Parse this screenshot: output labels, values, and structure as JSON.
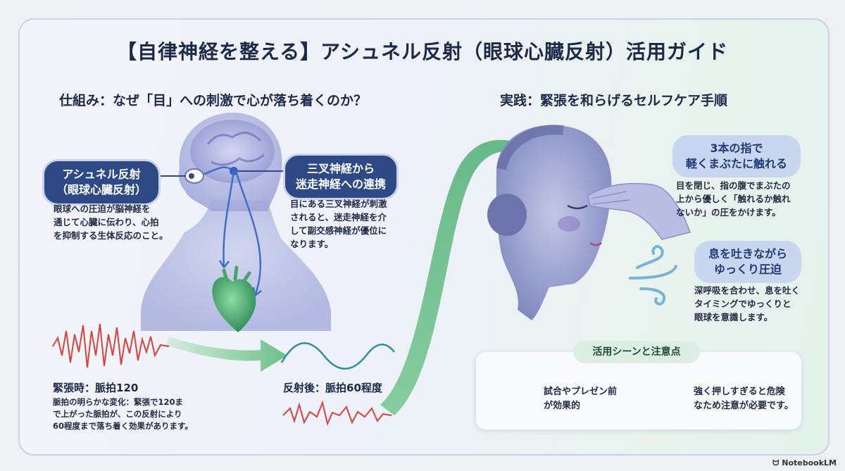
{
  "title": "【自律神経を整える】アシュネル反射（眼球心臓反射）活用ガイド",
  "left": {
    "heading": "仕組み：なぜ「目」への刺激で心が落ち着くのか？",
    "reflex_pill": [
      "アシュネル反射",
      "（眼球心臓反射）"
    ],
    "reflex_desc": [
      "眼球への圧迫が脳神経を",
      "通じて心臓に伝わり、心拍",
      "を抑制する生体反応のこと。"
    ],
    "nerve_pill": [
      "三叉神経から",
      "迷走神経への連携"
    ],
    "nerve_desc": [
      "目にある三叉神経が刺激",
      "されると、迷走神経を介",
      "して副交感神経が優位に",
      "なります。"
    ],
    "tense_label": "緊張時：脈拍120",
    "tense_desc": [
      "脈拍の明らかな変化：緊張で120ま",
      "で上がった脈拍が、この反射により",
      "60程度まで落ち着く効果があります。"
    ],
    "after_label": "反射後：脈拍60程度"
  },
  "right": {
    "heading": "実践：緊張を和らげるセルフケア手順",
    "step1_pill": [
      "3本の指で",
      "軽くまぶたに触れる"
    ],
    "step1_desc": [
      "目を閉じ、指の腹でまぶたの",
      "上から優しく「触れるか触れ",
      "ないか」の圧をかけます。"
    ],
    "step2_pill": [
      "息を吐きながら",
      "ゆっくり圧迫"
    ],
    "step2_desc": [
      "深呼吸を合わせ、息を吐く",
      "タイミングでゆっくりと",
      "眼球を意識します。"
    ]
  },
  "card": {
    "title": "活用シーンと注意点",
    "scene": [
      "試合やプレゼン前",
      "が効果的"
    ],
    "caution": [
      "強く押しすぎると危険",
      "なため注意が必要です。"
    ]
  },
  "brand": "NotebookLM",
  "colors": {
    "navy": "#2e4a86",
    "light_pill": "#c9d6ef",
    "arrow_green": "#6cc08a",
    "ecg_red": "#d9423a",
    "heart_green": "#3fa86a"
  }
}
